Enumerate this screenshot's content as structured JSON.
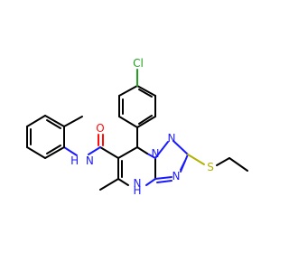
{
  "molecule": {
    "atoms": {
      "cl": {
        "text": "Cl",
        "color": "#1fa01f"
      },
      "o": {
        "text": "O",
        "color": "#ff0d0d"
      },
      "nh_amide": {
        "text": "H  N",
        "color": "#1a1aff"
      },
      "n1": {
        "text": "N",
        "color": "#1a1aff"
      },
      "n2": {
        "text": "N",
        "color": "#1a1aff"
      },
      "n3": {
        "text": "N",
        "color": "#1a1aff"
      },
      "nh_ring_n": {
        "text": "N",
        "color": "#1a1aff"
      },
      "nh_ring_h": {
        "text": "H",
        "color": "#1a1aff"
      },
      "s": {
        "text": "S",
        "color": "#b2b200"
      }
    }
  }
}
